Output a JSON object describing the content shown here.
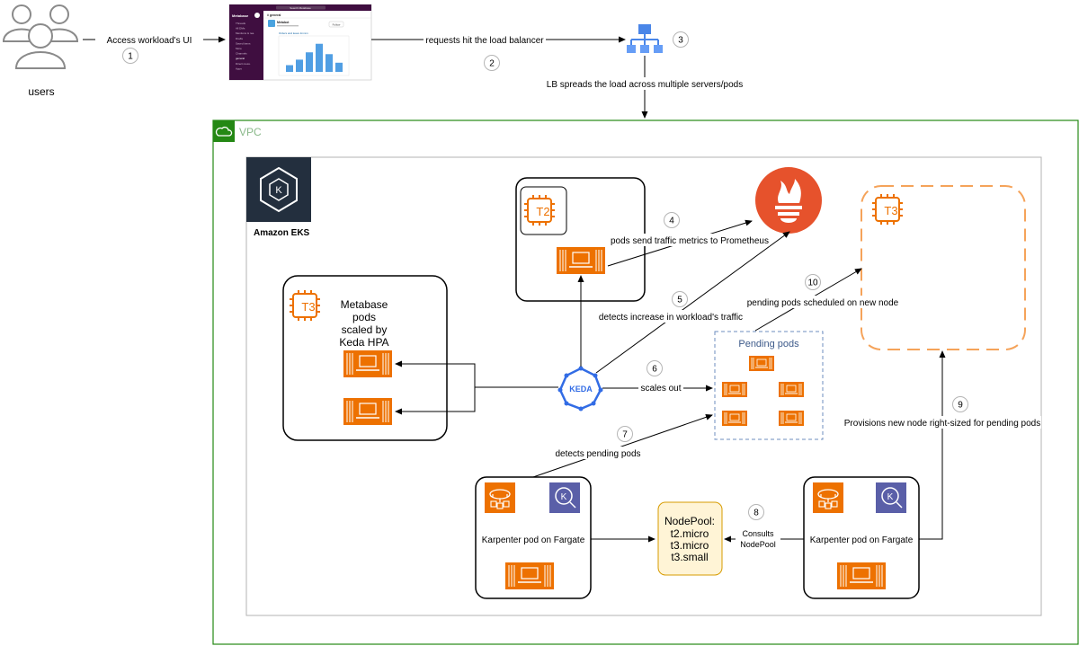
{
  "users": {
    "label": "users"
  },
  "screenshot": {
    "workspace": "Metabase",
    "channel": "# general",
    "search": "Search Metabase",
    "sender": "Metabot",
    "message": "Orders and leave tim.km",
    "follow": "Follow",
    "nav_items": [
      "Threads",
      "All DMs",
      "Mentions & rea.",
      "Drafts",
      "Saved items",
      "More",
      "Channels",
      "general",
      "Direct mess.",
      "Apps"
    ],
    "bars": [
      0.22,
      0.4,
      0.64,
      0.92,
      0.58,
      0.3
    ]
  },
  "steps": [
    {
      "num": "1",
      "label": "Access workload's UI"
    },
    {
      "num": "2",
      "label": "requests hit the load balancer"
    },
    {
      "num": "3",
      "label": "LB spreads the load across multiple servers/pods"
    },
    {
      "num": "4",
      "label": "pods send traffic metrics to Prometheus"
    },
    {
      "num": "5",
      "label": "detects increase in workload's traffic"
    },
    {
      "num": "6",
      "label": "scales out"
    },
    {
      "num": "7",
      "label": "detects pending pods"
    },
    {
      "num": "8",
      "label_line1": "Consults",
      "label_line2": "NodePool"
    },
    {
      "num": "9",
      "label": "Provisions new node right-sized for pending pods"
    },
    {
      "num": "10",
      "label": "pending pods scheduled on new node"
    }
  ],
  "vpc": {
    "label": "VPC"
  },
  "eks": {
    "label": "Amazon EKS"
  },
  "nodes": {
    "t2": "T2",
    "t3_metabase": "T3",
    "t3_new": "T3",
    "metabase_caption": [
      "Metabase",
      "pods",
      "scaled by",
      "Keda HPA"
    ],
    "pending_title": "Pending pods",
    "keda_label": "KEDA",
    "karpenter_left": "Karpenter pod on Fargate",
    "karpenter_right": "Karpenter pod on Fargate",
    "karpenter_badge": "K",
    "eks_badge": "K"
  },
  "nodepool": {
    "title": "NodePool:",
    "types": [
      "t2.micro",
      "t3.micro",
      "t3.small"
    ]
  },
  "colors": {
    "vpc_border": "#248814",
    "pod_orange": "#ED7100",
    "nodepool_fill": "#FFF4D6",
    "nodepool_border": "#D79B00",
    "keda_blue": "#326CE5",
    "prometheus": "#E6522C",
    "pending_border": "#6C8EBF",
    "eks_dark": "#232F3E",
    "karpenter_purple": "#5A5FA8",
    "lb_blue": "#4A86E8"
  }
}
